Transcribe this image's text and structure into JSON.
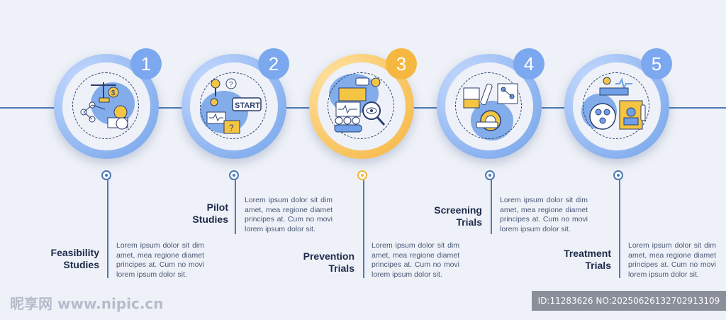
{
  "steps": [
    {
      "number": "1",
      "title_line1": "Feasibility",
      "title_line2": "Studies",
      "desc": "Lorem ipsum dolor sit dim amet, mea regione diamet principes at. Cum no movi lorem ipsum dolor sit.",
      "icon": "scales-gear-money-icon",
      "accent": "#6fa0e8"
    },
    {
      "number": "2",
      "title_line1": "Pilot",
      "title_line2": "Studies",
      "desc": "Lorem ipsum dolor sit dim amet, mea regione diamet principes at. Cum no movi lorem ipsum dolor sit.",
      "icon": "start-button-key-icon",
      "accent": "#6fa0e8",
      "start_label": "START"
    },
    {
      "number": "3",
      "title_line1": "Prevention",
      "title_line2": "Trials",
      "desc": "Lorem ipsum dolor sit dim amet, mea regione diamet principes at. Cum no movi lorem ipsum dolor sit.",
      "icon": "doctor-magnifier-eye-icon",
      "accent": "#f4b23a"
    },
    {
      "number": "4",
      "title_line1": "Screening",
      "title_line2": "Trials",
      "desc": "Lorem ipsum dolor sit dim amet, mea regione diamet principes at. Cum no movi lorem ipsum dolor sit.",
      "icon": "test-tube-mri-icon",
      "accent": "#6fa0e8"
    },
    {
      "number": "5",
      "title_line1": "Treatment",
      "title_line2": "Trials",
      "desc": "Lorem ipsum dolor sit dim amet, mea regione diamet principes at. Cum no movi lorem ipsum dolor sit.",
      "icon": "patient-folder-icon",
      "accent": "#6fa0e8"
    }
  ],
  "watermark": {
    "left": "昵享网 www.nipic.cn",
    "right": "ID:11283626 NO:20250626132702913109"
  },
  "colors": {
    "line": "#4d78b8",
    "blue_accent": "#6fa0e8",
    "orange_accent": "#f4b23a",
    "text": "#1d2a4a"
  }
}
